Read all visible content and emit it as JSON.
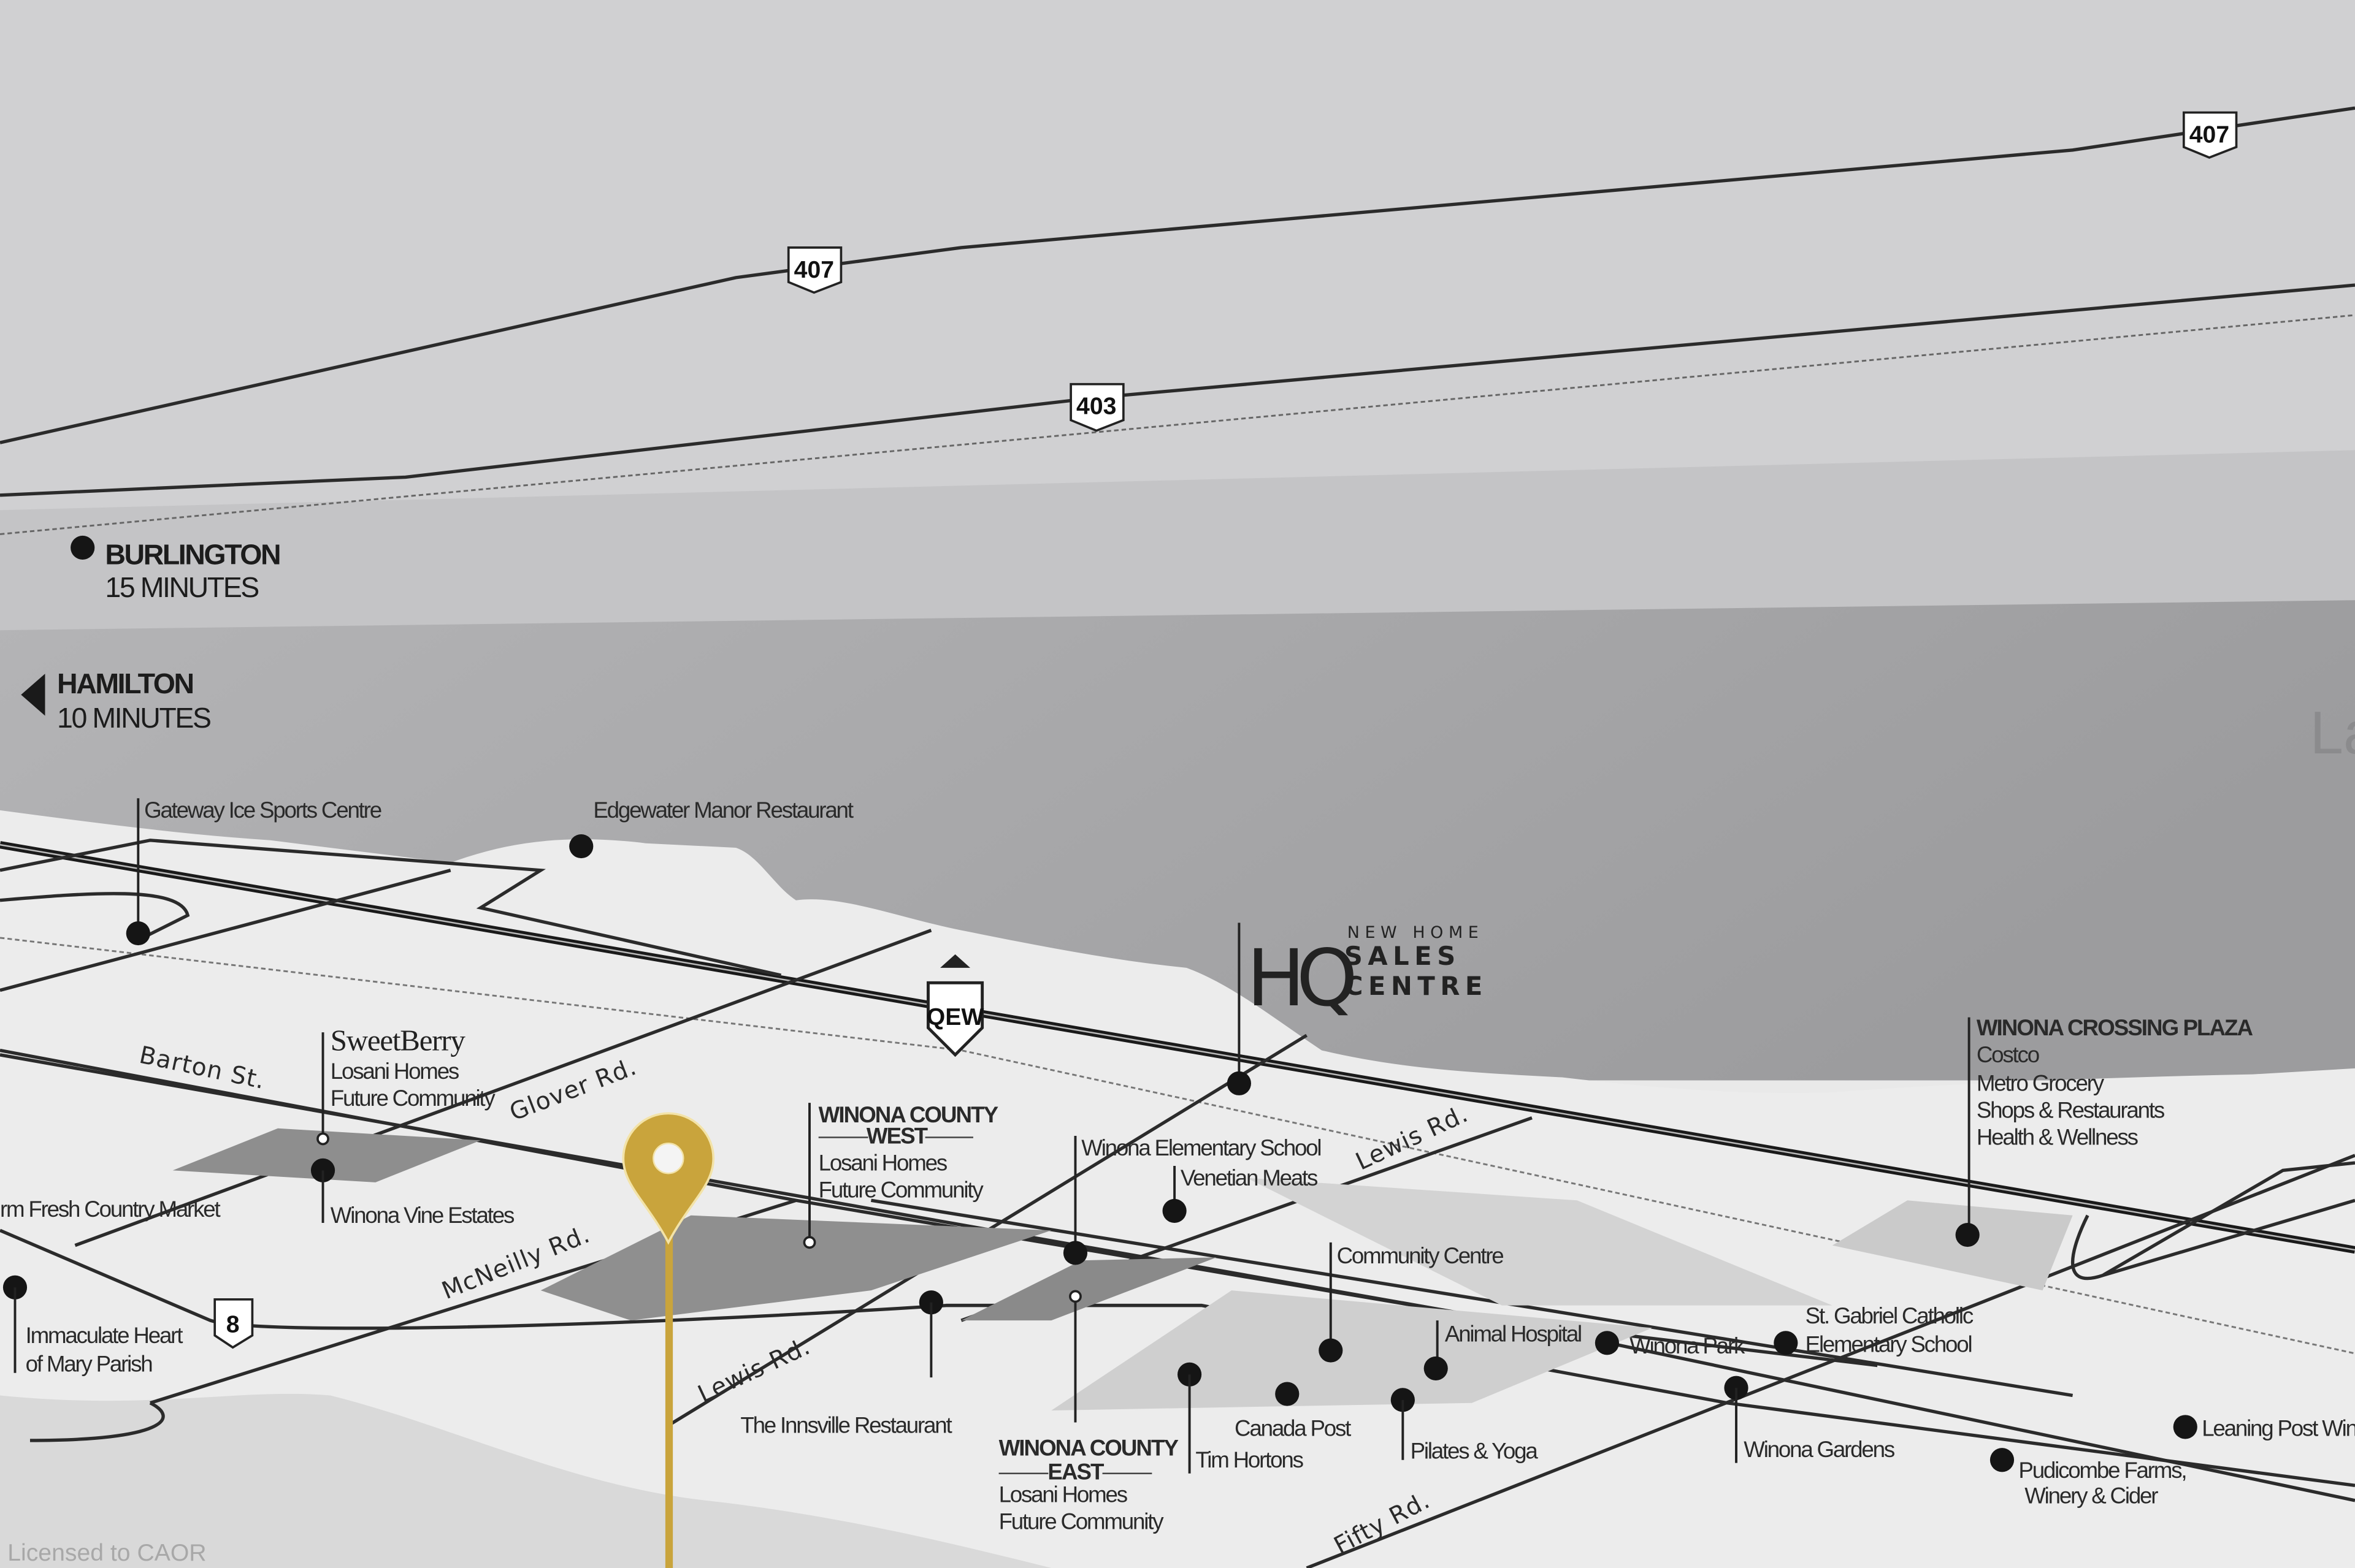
{
  "map": {
    "colors": {
      "sky": "#d0d0d2",
      "lake": "#a3a3a5",
      "land": "#ececec",
      "pin": "#c9a43c",
      "road": "#2b2b2b"
    },
    "highways": [
      {
        "shield": "407",
        "icon": "highway-shield-icon"
      },
      {
        "shield": "407",
        "icon": "highway-shield-icon"
      },
      {
        "shield": "403",
        "icon": "highway-shield-icon"
      },
      {
        "shield": "QEW",
        "icon": "qew-crown-shield-icon"
      },
      {
        "shield": "8",
        "icon": "highway-shield-icon"
      }
    ],
    "cities": [
      {
        "name": "BURLINGTON",
        "time": "15 MINUTES"
      },
      {
        "name": "HAMILTON",
        "time": "10 MINUTES",
        "icon": "arrow-left-icon"
      }
    ],
    "lake_label": "La",
    "roads": [
      "Barton St.",
      "Glover Rd.",
      "McNeilly Rd.",
      "Lewis Rd.",
      "Lewis Rd.",
      "Fifty Rd."
    ],
    "sales_centre": {
      "logo": "HQ",
      "line1": "NEW HOME",
      "line2": "SALES",
      "line3": "CENTRE"
    },
    "communities": {
      "sweetberry": {
        "brand": "SweetBerry",
        "line1": "Losani Homes",
        "line2": "Future Community"
      },
      "west": {
        "title": "WINONA COUNTY",
        "sub": "WEST",
        "line1": "Losani Homes",
        "line2": "Future Community"
      },
      "east": {
        "title": "WINONA COUNTY",
        "sub": "EAST",
        "line1": "Losani Homes",
        "line2": "Future Community"
      },
      "plaza": {
        "title": "WINONA CROSSING PLAZA",
        "items": [
          "Costco",
          "Metro Grocery",
          "Shops & Restaurants",
          "Health & Wellness"
        ]
      }
    },
    "places": {
      "gateway": "Gateway Ice Sports Centre",
      "edgewater": "Edgewater Manor Restaurant",
      "farm": "rm Fresh Country Market",
      "vine": "Winona Vine Estates",
      "immaculate1": "Immaculate Heart",
      "immaculate2": "of Mary Parish",
      "innsville": "The Innsville Restaurant",
      "elementary": "Winona Elementary School",
      "venetian": "Venetian Meats",
      "community": "Community Centre",
      "animal": "Animal Hospital",
      "park": "Winona Park",
      "gabriel1": "St. Gabriel Catholic",
      "gabriel2": "Elementary School",
      "canada": "Canada Post",
      "tim": "Tim Hortons",
      "pilates": "Pilates & Yoga",
      "gardens": "Winona Gardens",
      "leaning": "Leaning Post Win",
      "pudicombe1": "Pudicombe Farms,",
      "pudicombe2": "Winery & Cider"
    },
    "watermark": "Licensed to CAOR"
  }
}
